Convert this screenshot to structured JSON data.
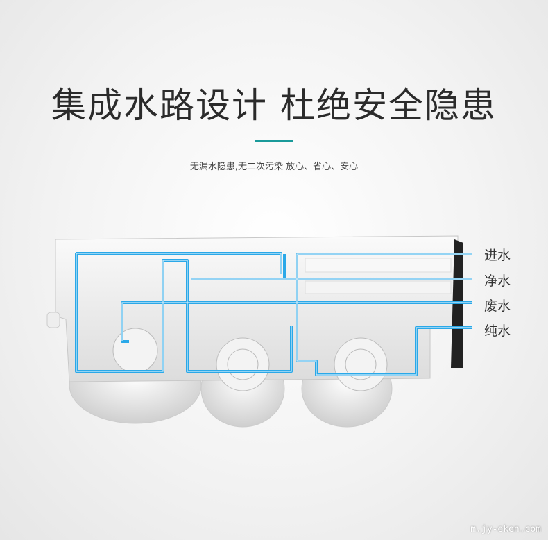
{
  "title": "集成水路设计 杜绝安全隐患",
  "subtitle": "无漏水隐患,无二次污染   放心、省心、安心",
  "labels": [
    "进水",
    "净水",
    "废水",
    "纯水"
  ],
  "watermark": "m.jy-eken.com",
  "colors": {
    "accent": "#1a9a9a",
    "pipe": "#2aa8e8"
  }
}
